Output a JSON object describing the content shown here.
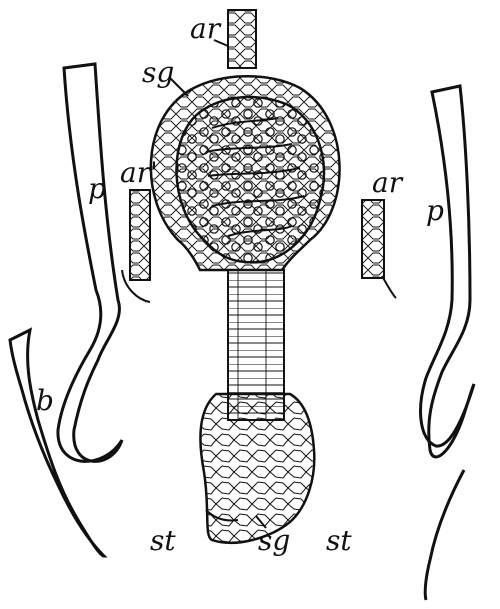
{
  "labels": {
    "ar_top": "ar",
    "sg_top": "sg",
    "ar_prime_left": "ar'",
    "ar_right": "ar",
    "p_left": "p",
    "p_right": "p",
    "b_left": "b",
    "st_left": "st",
    "sg_bottom": "sg",
    "st_right": "st"
  },
  "colors": {
    "ink": "#111111",
    "paper": "#ffffff"
  }
}
